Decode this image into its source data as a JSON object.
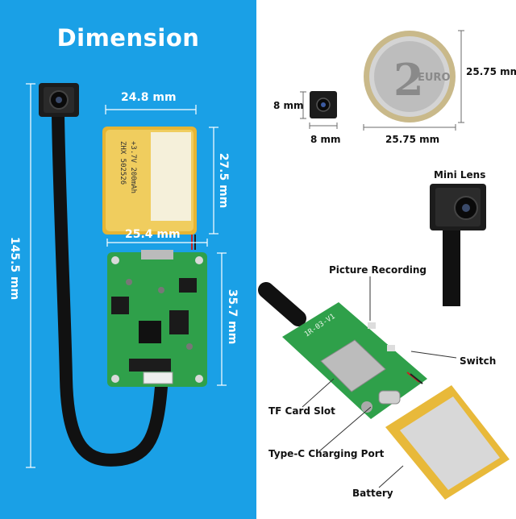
{
  "title": "Dimension",
  "dimensions": {
    "battery_width": "24.8 mm",
    "battery_height": "27.5 mm",
    "board_width": "25.4 mm",
    "board_height": "35.7 mm",
    "cable_length": "145.5 mm",
    "lens_height": "8 mm",
    "lens_width": "8 mm",
    "coin_width": "25.75 mm",
    "coin_height": "25.75 mm"
  },
  "callouts": {
    "mini_lens": "Mini Lens",
    "picture_recording": "Picture Recording",
    "switch": "Switch",
    "tf_card_slot": "TF Card Slot",
    "type_c_port": "Type-C Charging Port",
    "battery": "Battery"
  },
  "board_marking": "1R-03-V1",
  "colors": {
    "left_bg": "#1aa0e6",
    "pcb_green": "#2fa04a",
    "battery_gold": "#e8b93a"
  }
}
